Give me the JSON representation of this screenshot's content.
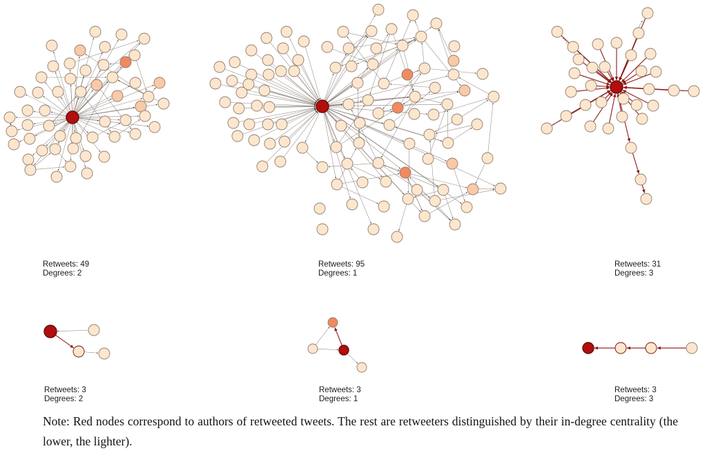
{
  "colors": {
    "author": "#b10e0e",
    "author_stroke": "#6b0a0a",
    "retweeter_light": "#fde6ce",
    "retweeter_mid": "#f9c9a8",
    "retweeter_strong": "#f08a60",
    "node_stroke": "#8f7b6c",
    "edge": "#6e6057",
    "edge_author": "#8a1515"
  },
  "networks": [
    {
      "id": "n1",
      "retweets": "Retweets: 49",
      "degrees": "Degrees: 2"
    },
    {
      "id": "n2",
      "retweets": "Retweets: 95",
      "degrees": "Degrees: 1"
    },
    {
      "id": "n3",
      "retweets": "Retweets: 31",
      "degrees": "Degrees: 3"
    },
    {
      "id": "n4",
      "retweets": "Retweets: 3",
      "degrees": "Degrees: 2"
    },
    {
      "id": "n5",
      "retweets": "Retweets: 3",
      "degrees": "Degrees: 1"
    },
    {
      "id": "n6",
      "retweets": "Retweets: 3",
      "degrees": "Degrees: 3"
    }
  ],
  "note": "Note: Red nodes correspond to authors of retweeted tweets. The rest are retweeters distinguished by their in-degree centrality (the lower, the lighter)."
}
